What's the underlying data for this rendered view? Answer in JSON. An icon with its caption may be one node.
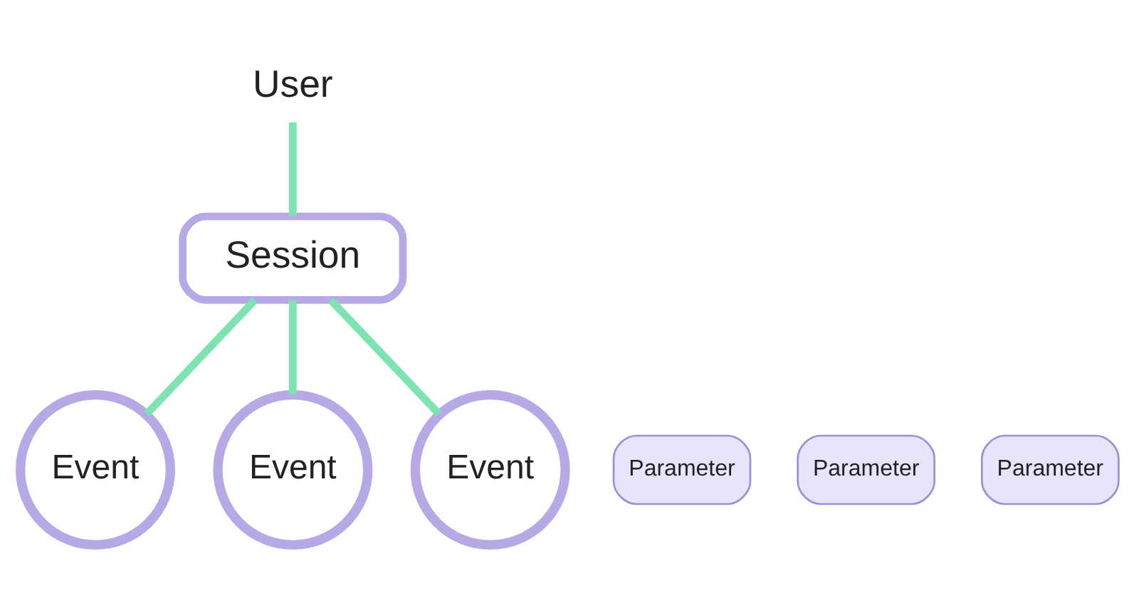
{
  "diagram": {
    "nodes": [
      {
        "text": [
          "User"
        ]
      },
      {
        "text": [
          "Session"
        ]
      },
      {
        "text": [
          "Event"
        ]
      },
      {
        "text": [
          "Parameter"
        ]
      },
      {
        "text": [
          "Event"
        ]
      },
      {
        "text": [
          "Parameter"
        ]
      },
      {
        "text": [
          "Event"
        ]
      },
      {
        "text": [
          "Parameter"
        ]
      }
    ],
    "edges": [
      {
        "from": 0,
        "to": 1,
        "arrow": "none"
      },
      {
        "from": 1,
        "to": 2,
        "arrow": "none"
      },
      {
        "from": 1,
        "to": 4,
        "arrow": "none"
      },
      {
        "from": 1,
        "to": 6,
        "arrow": "none"
      }
    ]
  }
}
